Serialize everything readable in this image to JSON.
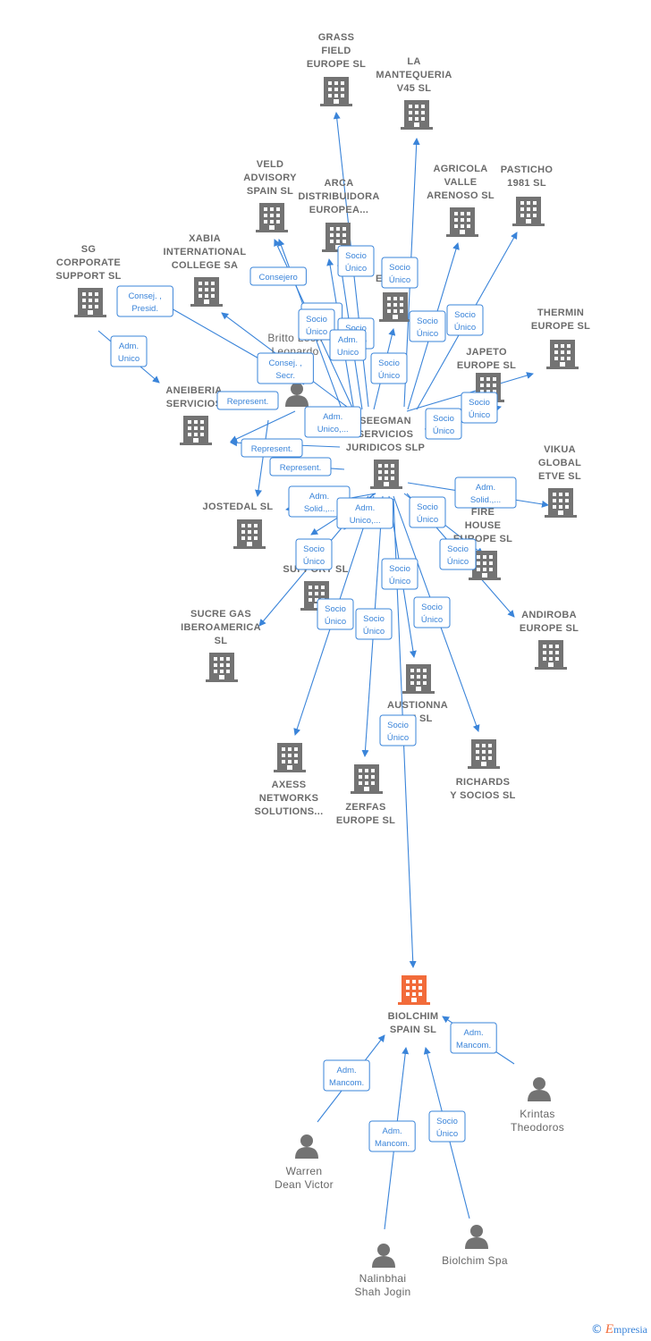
{
  "colors": {
    "edge": "#3a84d9",
    "company": "#737373",
    "focus": "#f26b3a",
    "person": "#737373"
  },
  "nodes": [
    {
      "id": "grass",
      "kind": "company",
      "lines": [
        "GRASS",
        "FIELD",
        "EUROPE  SL"
      ]
    },
    {
      "id": "mante",
      "kind": "company",
      "lines": [
        "LA",
        "MANTEQUERIA",
        "V45  SL"
      ]
    },
    {
      "id": "veld",
      "kind": "company",
      "lines": [
        "VELD",
        "ADVISORY",
        "SPAIN  SL"
      ]
    },
    {
      "id": "arca",
      "kind": "company",
      "lines": [
        "ARCA",
        "DISTRIBUIDORA",
        "EUROPEA..."
      ]
    },
    {
      "id": "agricola",
      "kind": "company",
      "lines": [
        "AGRICOLA",
        "VALLE",
        "ARENOSO  SL"
      ]
    },
    {
      "id": "pasticho",
      "kind": "company",
      "lines": [
        "PASTICHO",
        "1981  SL"
      ]
    },
    {
      "id": "sg",
      "kind": "company",
      "lines": [
        "SG",
        "CORPORATE",
        "SUPPORT  SL"
      ]
    },
    {
      "id": "xabia",
      "kind": "company",
      "lines": [
        "XABIA",
        "INTERNATIONAL",
        "COLLEGE SA"
      ]
    },
    {
      "id": "peur",
      "kind": "company",
      "lines": [
        "P",
        "EUR"
      ]
    },
    {
      "id": "thermin",
      "kind": "company",
      "lines": [
        "THERMIN",
        "EUROPE  SL"
      ]
    },
    {
      "id": "britto",
      "kind": "person",
      "lines": [
        "Britto Leon",
        "Leonardo"
      ]
    },
    {
      "id": "japeto",
      "kind": "company",
      "lines": [
        "JAPETO",
        "EUROPE  SL"
      ]
    },
    {
      "id": "aneiberia",
      "kind": "company",
      "lines": [
        "ANEIBERIA",
        "SERVICIOS"
      ]
    },
    {
      "id": "seegman",
      "kind": "company",
      "lines": [
        "SEEGMAN",
        "SERVICIOS",
        "JURIDICOS  SLP"
      ]
    },
    {
      "id": "vikua",
      "kind": "company",
      "lines": [
        "VIKUA",
        "GLOBAL",
        "ETVE  SL"
      ]
    },
    {
      "id": "jostedal",
      "kind": "company",
      "lines": [
        "JOSTEDAL  SL"
      ]
    },
    {
      "id": "fire",
      "kind": "company",
      "lines": [
        "FIRE",
        "HOUSE",
        "EUROPE  SL"
      ]
    },
    {
      "id": "support",
      "kind": "company",
      "lines": [
        "SUPPORT  SL"
      ]
    },
    {
      "id": "sucre",
      "kind": "company",
      "lines": [
        "SUCRE GAS",
        "IBEROAMERICA",
        "SL"
      ]
    },
    {
      "id": "andiroba",
      "kind": "company",
      "lines": [
        "ANDIROBA",
        "EUROPE  SL"
      ]
    },
    {
      "id": "austionna",
      "kind": "company",
      "lines": [
        "AUSTIONNA",
        "PE  SL"
      ]
    },
    {
      "id": "axess",
      "kind": "company",
      "lines": [
        "AXESS",
        "NETWORKS",
        "SOLUTIONS..."
      ]
    },
    {
      "id": "richards",
      "kind": "company",
      "lines": [
        "RICHARDS",
        "Y SOCIOS  SL"
      ]
    },
    {
      "id": "zerfas",
      "kind": "company",
      "lines": [
        "ZERFAS",
        "EUROPE  SL"
      ]
    },
    {
      "id": "biolchim",
      "kind": "focus",
      "lines": [
        "BIOLCHIM",
        "SPAIN  SL"
      ]
    },
    {
      "id": "krintas",
      "kind": "person",
      "lines": [
        "Krintas",
        "Theodoros"
      ]
    },
    {
      "id": "warren",
      "kind": "person",
      "lines": [
        "Warren",
        "Dean Victor"
      ]
    },
    {
      "id": "nalinbhai",
      "kind": "person",
      "lines": [
        "Nalinbhai",
        "Shah Jogin"
      ]
    },
    {
      "id": "biolchimspa",
      "kind": "person",
      "lines": [
        "Biolchim Spa"
      ]
    }
  ],
  "edge_labels": [
    {
      "id": "l_consejero",
      "lines": [
        "Consejero"
      ]
    },
    {
      "id": "l_adm_solid_top",
      "lines": [
        "Adm.",
        "Solid."
      ]
    },
    {
      "id": "l_socio_arca",
      "lines": [
        "Socio",
        "Único"
      ]
    },
    {
      "id": "l_socio_mante",
      "lines": [
        "Socio",
        "Único"
      ]
    },
    {
      "id": "l_consej_presid",
      "lines": [
        "Consej. ,",
        "Presid."
      ]
    },
    {
      "id": "l_socio_britto",
      "lines": [
        "Socio",
        "Único"
      ]
    },
    {
      "id": "l_socio_mid",
      "lines": [
        "Socio",
        "Único"
      ]
    },
    {
      "id": "l_adm_unico_mid",
      "lines": [
        "Adm.",
        "Unico"
      ]
    },
    {
      "id": "l_socio_agricola",
      "lines": [
        "Socio",
        "Único"
      ]
    },
    {
      "id": "l_socio_pasticho",
      "lines": [
        "Socio",
        "Único"
      ]
    },
    {
      "id": "l_adm_unico_sg",
      "lines": [
        "Adm.",
        "Unico"
      ]
    },
    {
      "id": "l_consej_secr",
      "lines": [
        "Consej. ,",
        "Secr."
      ]
    },
    {
      "id": "l_socio_peur",
      "lines": [
        "Socio",
        "Único"
      ]
    },
    {
      "id": "l_represent_1",
      "lines": [
        "Represent."
      ]
    },
    {
      "id": "l_adm_unico_dots",
      "lines": [
        "Adm.",
        "Unico,..."
      ]
    },
    {
      "id": "l_socio_japeto",
      "lines": [
        "Socio",
        "Único"
      ]
    },
    {
      "id": "l_socio_thermin",
      "lines": [
        "Socio",
        "Único"
      ]
    },
    {
      "id": "l_represent_2",
      "lines": [
        "Represent."
      ]
    },
    {
      "id": "l_represent_3",
      "lines": [
        "Represent."
      ]
    },
    {
      "id": "l_adm_solid_vikua",
      "lines": [
        "Adm.",
        "Solid.,..."
      ]
    },
    {
      "id": "l_adm_solid_jost",
      "lines": [
        "Adm.",
        "Solid.,..."
      ]
    },
    {
      "id": "l_adm_unico_supp",
      "lines": [
        "Adm.",
        "Unico,..."
      ]
    },
    {
      "id": "l_socio_fire",
      "lines": [
        "Socio",
        "Único"
      ]
    },
    {
      "id": "l_socio_support",
      "lines": [
        "Socio",
        "Único"
      ]
    },
    {
      "id": "l_socio_andiroba",
      "lines": [
        "Socio",
        "Único"
      ]
    },
    {
      "id": "l_socio_austionna",
      "lines": [
        "Socio",
        "Único"
      ]
    },
    {
      "id": "l_socio_sucre",
      "lines": [
        "Socio",
        "Único"
      ]
    },
    {
      "id": "l_socio_zerfas",
      "lines": [
        "Socio",
        "Único"
      ]
    },
    {
      "id": "l_socio_richards",
      "lines": [
        "Socio",
        "Único"
      ]
    },
    {
      "id": "l_socio_biolchim",
      "lines": [
        "Socio",
        "Único"
      ]
    },
    {
      "id": "l_adm_mancom_k",
      "lines": [
        "Adm.",
        "Mancom."
      ]
    },
    {
      "id": "l_adm_mancom_w",
      "lines": [
        "Adm.",
        "Mancom."
      ]
    },
    {
      "id": "l_adm_mancom_n",
      "lines": [
        "Adm.",
        "Mancom."
      ]
    },
    {
      "id": "l_socio_spa",
      "lines": [
        "Socio",
        "Único"
      ]
    }
  ],
  "footer": {
    "copyright": "©",
    "brand": "mpresia",
    "brand_initial": "E"
  }
}
